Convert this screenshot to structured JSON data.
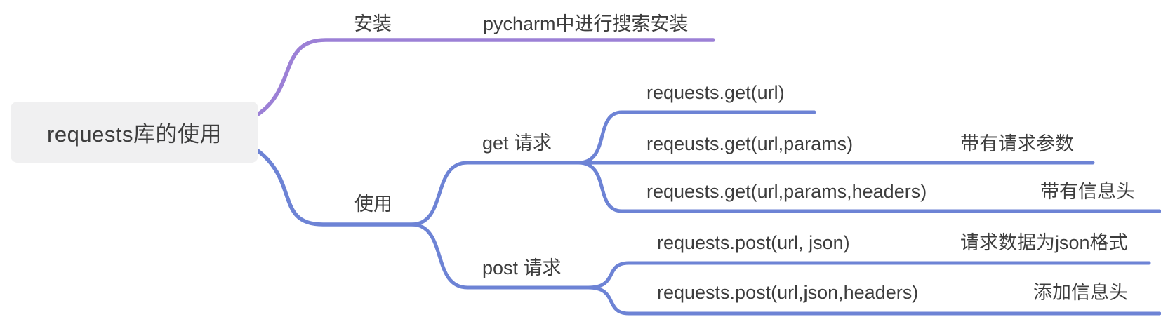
{
  "colors": {
    "branch_install": "#9c80d6",
    "branch_use": "#6d83d5",
    "text": "#3d3d3d",
    "root_bg": "#f0f0f1"
  },
  "root": {
    "label": "requests库的使用"
  },
  "branches": [
    {
      "label": "安装",
      "children": [
        {
          "label": "pycharm中进行搜索安装"
        }
      ]
    },
    {
      "label": "使用",
      "children": [
        {
          "label": "get 请求",
          "children": [
            {
              "label": "requests.get(url)",
              "note": ""
            },
            {
              "label": "reqeusts.get(url,params)",
              "note": "带有请求参数"
            },
            {
              "label": "requests.get(url,params,headers)",
              "note": "带有信息头"
            }
          ]
        },
        {
          "label": "post 请求",
          "children": [
            {
              "label": "requests.post(url, json)",
              "note": "请求数据为json格式"
            },
            {
              "label": "requests.post(url,json,headers)",
              "note": "添加信息头"
            }
          ]
        }
      ]
    }
  ]
}
